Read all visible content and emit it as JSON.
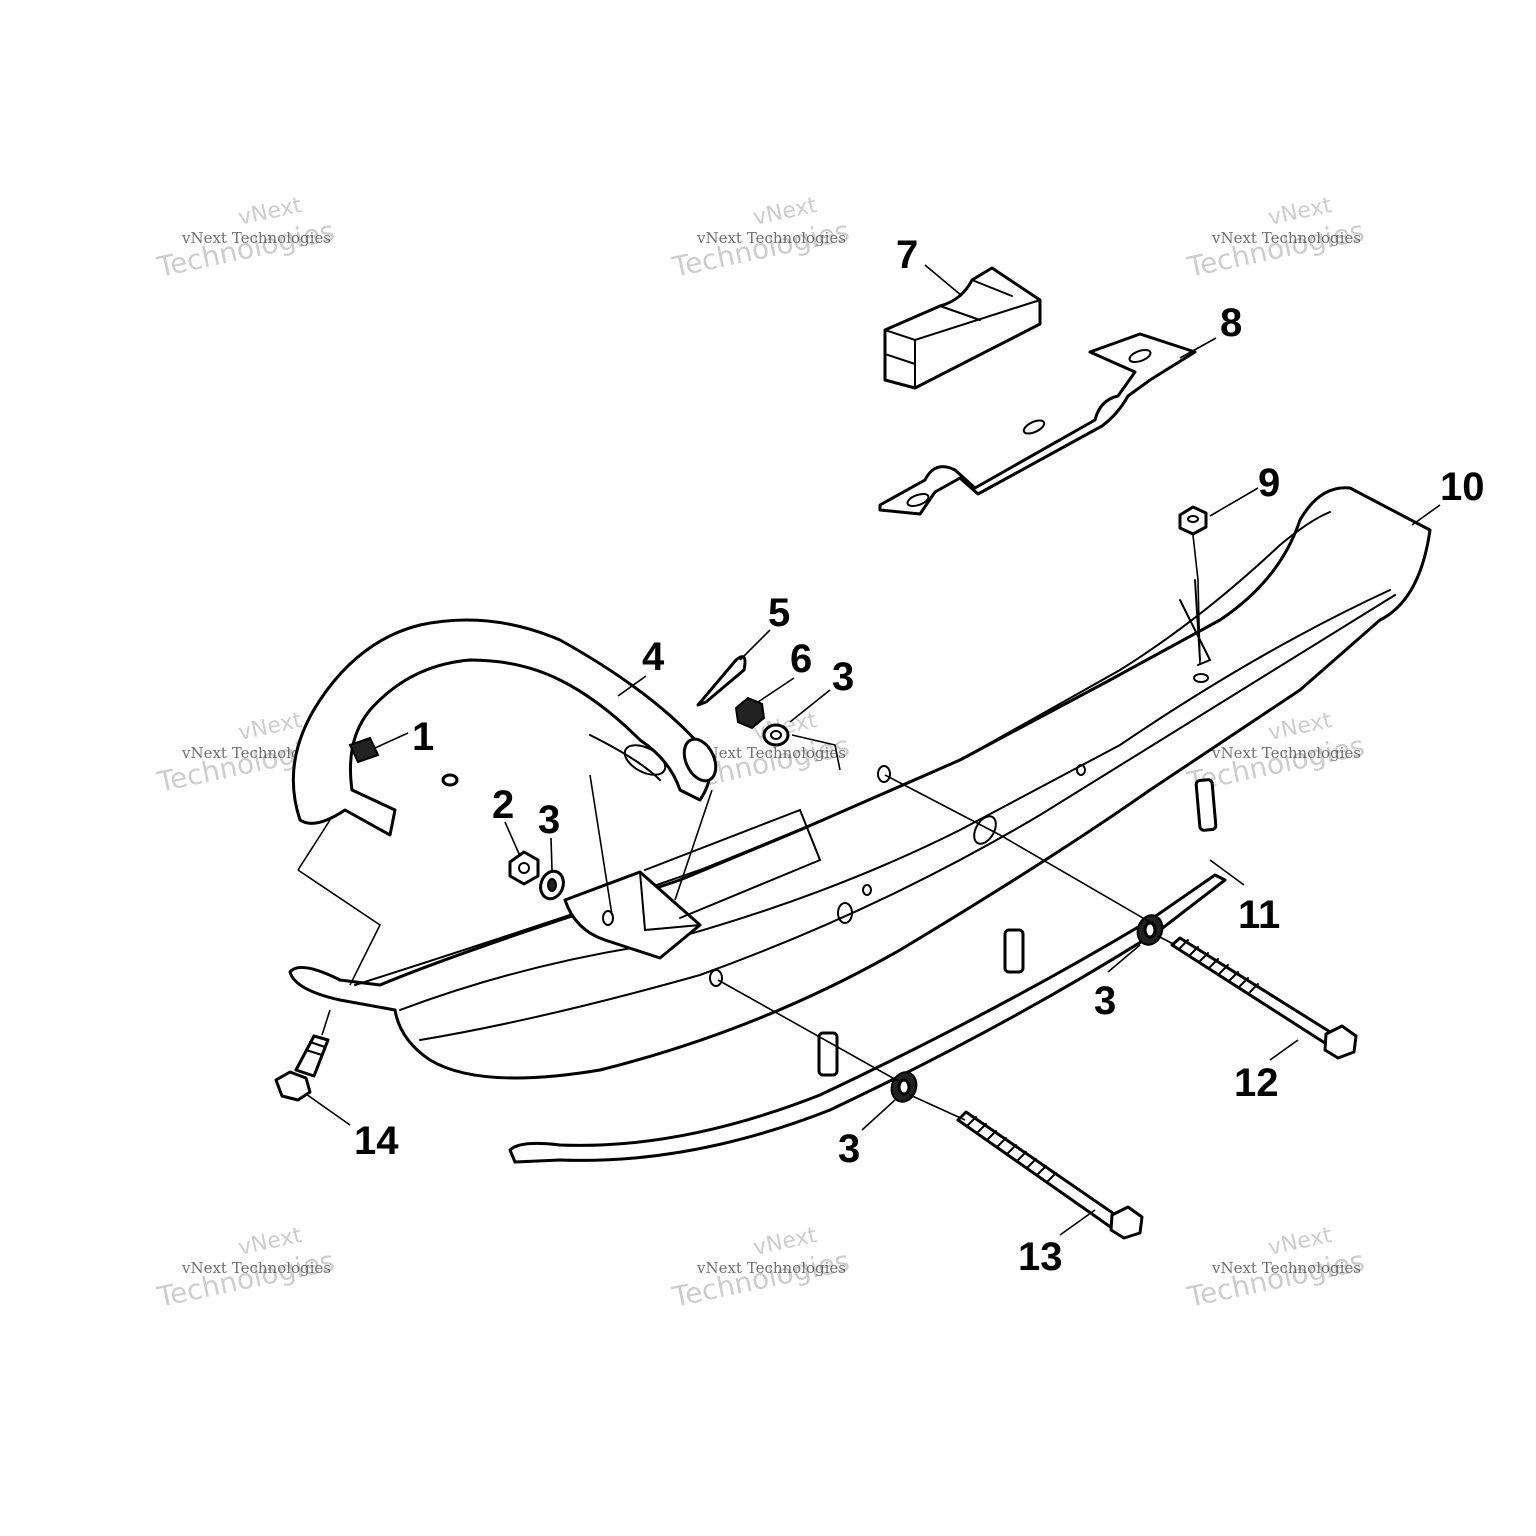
{
  "diagram": {
    "callouts": {
      "c1": "1",
      "c2": "2",
      "c3a": "3",
      "c3b": "3",
      "c3c": "3",
      "c3d": "3",
      "c4": "4",
      "c5": "5",
      "c6": "6",
      "c7": "7",
      "c8": "8",
      "c9": "9",
      "c10": "10",
      "c11": "11",
      "c12": "12",
      "c13": "13",
      "c14": "14"
    }
  },
  "watermark": {
    "line_small": "vNext Technologies",
    "line_big_top": "vNext",
    "line_big_bottom": "Technologies"
  }
}
